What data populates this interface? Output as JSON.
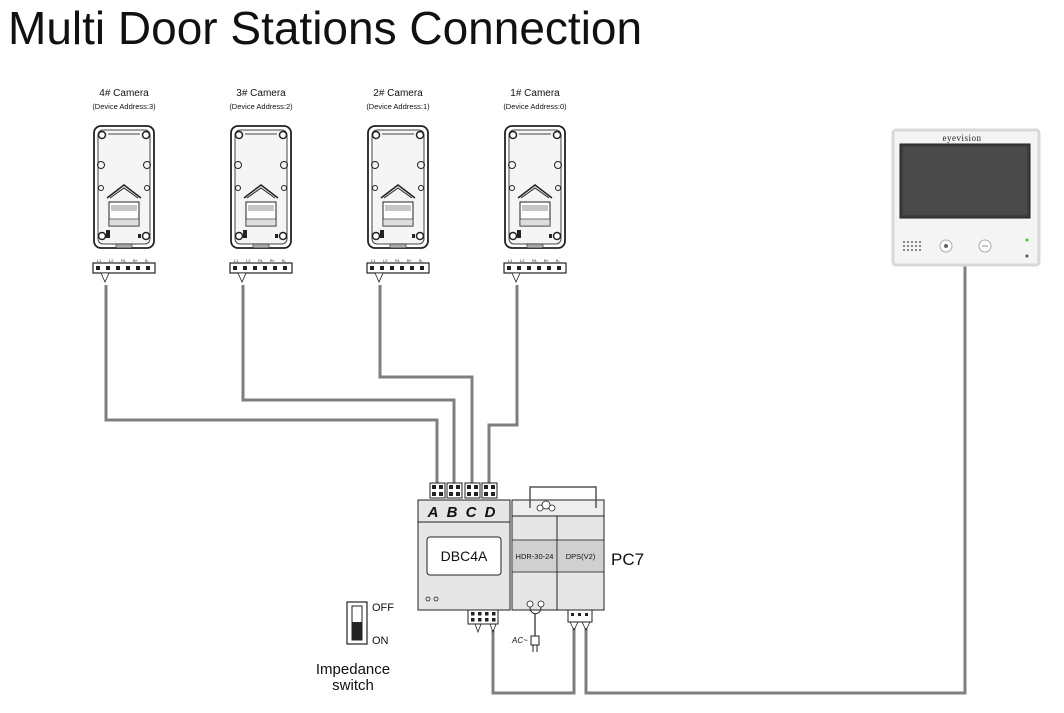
{
  "title": "Multi Door Stations Connection",
  "cameras": [
    {
      "name": "4# Camera",
      "address": "(Device Address:3)"
    },
    {
      "name": "3# Camera",
      "address": "(Device Address:2)"
    },
    {
      "name": "2# Camera",
      "address": "(Device Address:1)"
    },
    {
      "name": "1# Camera",
      "address": "(Device Address:0)"
    }
  ],
  "camera_terminal_labels": [
    "L1",
    "L2",
    "RL",
    "B+",
    "B-"
  ],
  "distributor": {
    "ports": [
      "A",
      "B",
      "C",
      "D"
    ],
    "label": "DBC4A"
  },
  "power": {
    "supply_label": "HDR-30-24",
    "module_label": "DPS(V2)",
    "unit_label": "PC7",
    "ac_label": "AC~"
  },
  "impedance_switch": {
    "off_label": "OFF",
    "on_label": "ON",
    "label_line1": "Impedance",
    "label_line2": "switch"
  },
  "monitor": {
    "brand": "eyevision"
  },
  "colors": {
    "wire": "#7f7f7f",
    "device_fill": "#e6e6e6",
    "screen": "#3c3c3c"
  }
}
